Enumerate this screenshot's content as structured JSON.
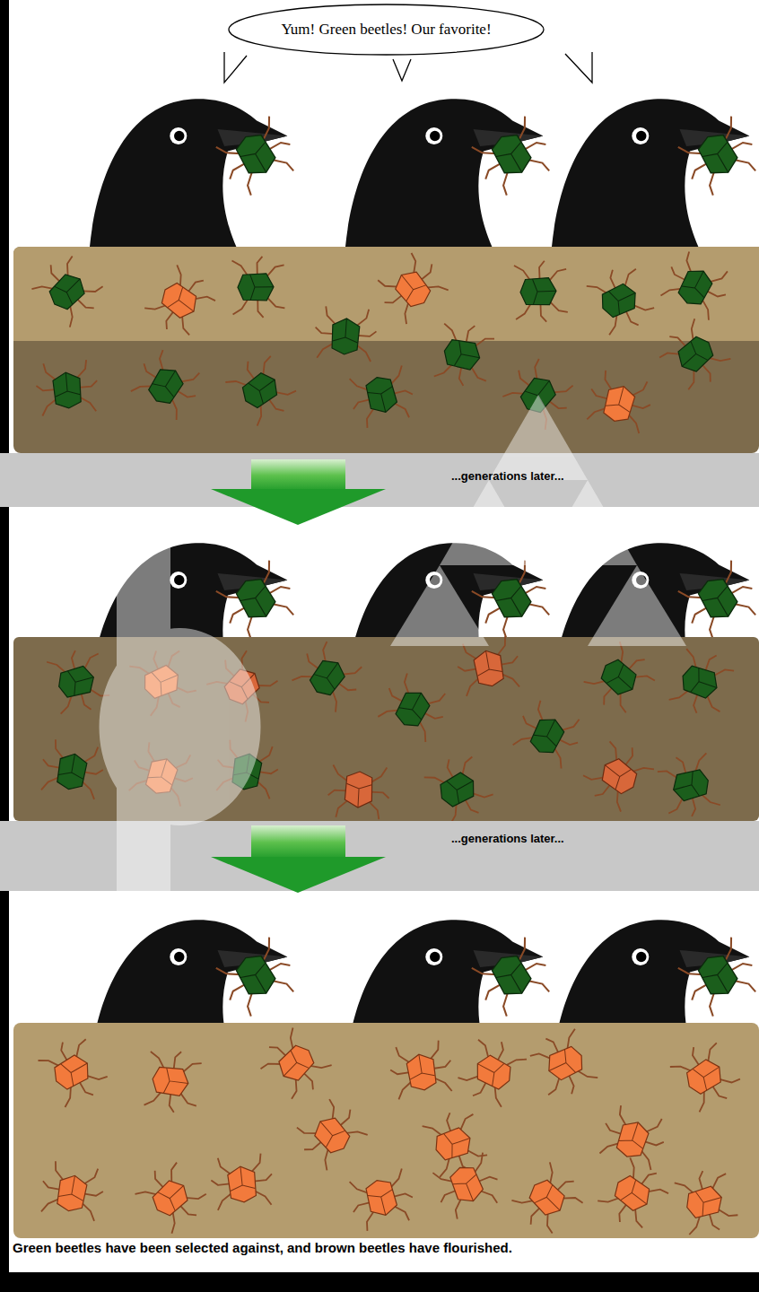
{
  "diagram": {
    "caption": "Green beetles have been selected against, and brown beetles have flourished.",
    "nodes": [
      {
        "text": [
          "Yum!  Green beetles!  Our favorite!"
        ]
      }
    ],
    "labels": [
      "...generations later...",
      "...generations later..."
    ]
  }
}
